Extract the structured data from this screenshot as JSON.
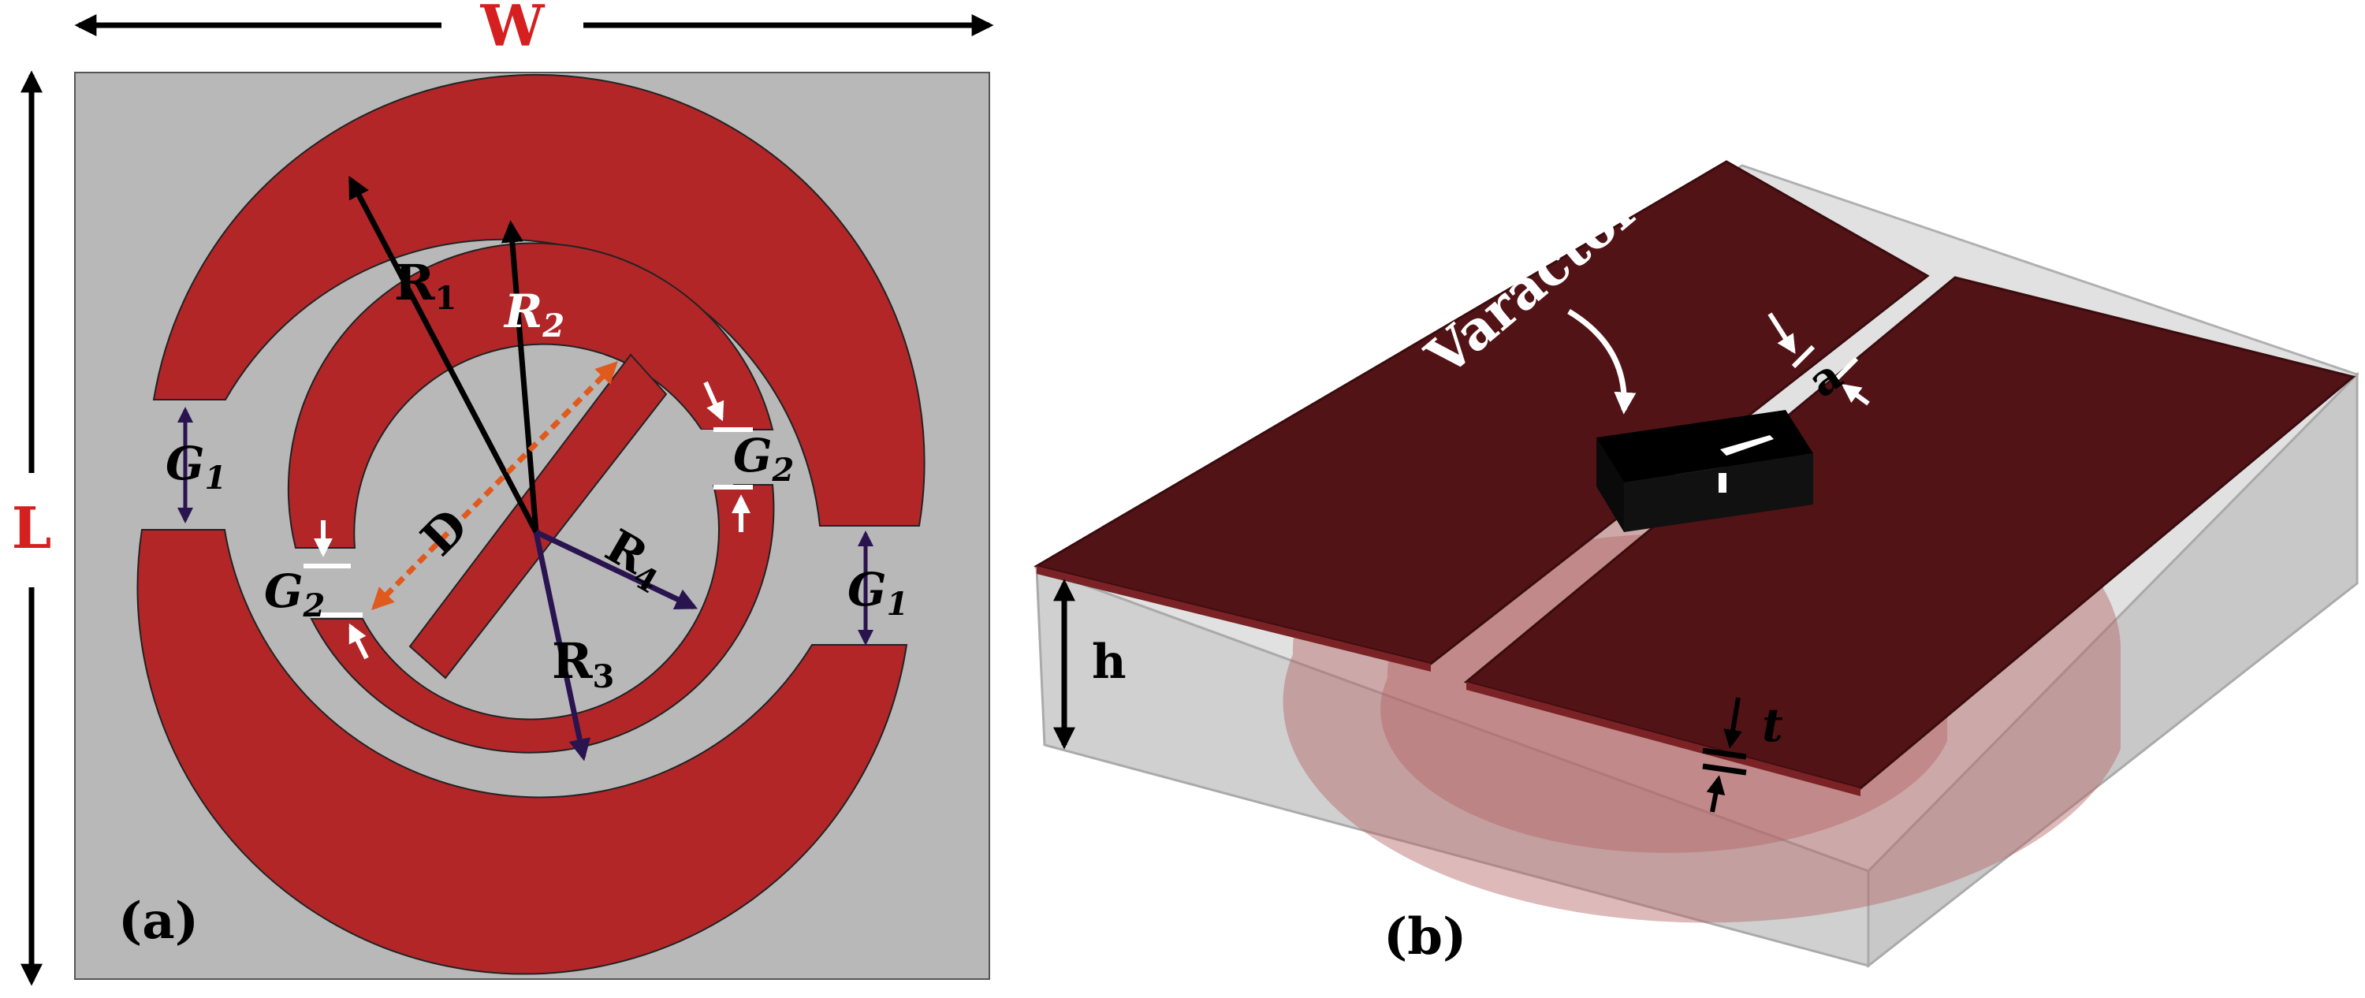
{
  "panel_a": {
    "caption": "(a)",
    "dimension_labels": {
      "width": "W",
      "length": "L"
    },
    "labels": {
      "r1": "R",
      "r1_sub": "1",
      "r2": "R",
      "r2_sub": "2",
      "r3": "R",
      "r3_sub": "3",
      "r4": "R",
      "r4_sub": "4",
      "d": "D",
      "g1_left": "G",
      "g1_left_sub": "1",
      "g1_right": "G",
      "g1_right_sub": "1",
      "g2_left": "G",
      "g2_left_sub": "2",
      "g2_right": "G",
      "g2_right_sub": "2"
    },
    "colors": {
      "substrate": "#b8b8b8",
      "resonator": "#b22628",
      "arrow_dark": "#2a1450",
      "arrow_diag": "#e05a1e",
      "dimension": "#d61f1f"
    }
  },
  "panel_b": {
    "caption": "(b)",
    "labels": {
      "varactor": "Varactor",
      "a": "a",
      "h": "h",
      "t": "t"
    },
    "colors": {
      "patch": "#521316",
      "substrate": "#d4d4d4",
      "varactor": "#000000"
    }
  }
}
